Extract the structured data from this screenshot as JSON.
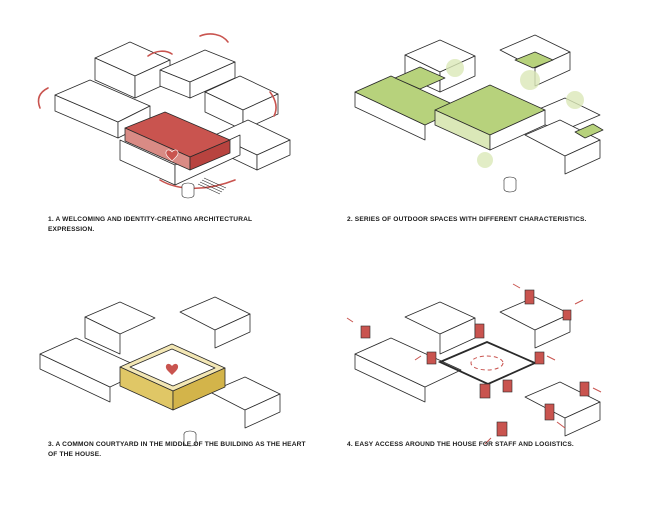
{
  "panels": [
    {
      "caption": "1. A WELCOMING AND IDENTITY-CREATING ARCHITECTURAL EXPRESSION."
    },
    {
      "caption": "2. SERIES OF OUTDOOR SPACES WITH DIFFERENT CHARACTERISTICS."
    },
    {
      "caption": "3. A COMMON COURTYARD IN THE MIDDLE OF THE BUILDING AS THE HEART OF THE HOUSE."
    },
    {
      "caption": "4. EASY ACCESS AROUND THE HOUSE FOR STAFF AND LOGISTICS."
    }
  ],
  "colors": {
    "line": "#2a2a2a",
    "accent_red": "#c9544f",
    "accent_red_light": "#d98b85",
    "accent_green": "#b7d27c",
    "accent_green_light": "#dbe8b8",
    "accent_yellow": "#e0c766",
    "accent_yellow_light": "#f3e7b5"
  },
  "icons": [
    "heart-icon",
    "tree-icon",
    "arrow-icon",
    "core-box"
  ]
}
